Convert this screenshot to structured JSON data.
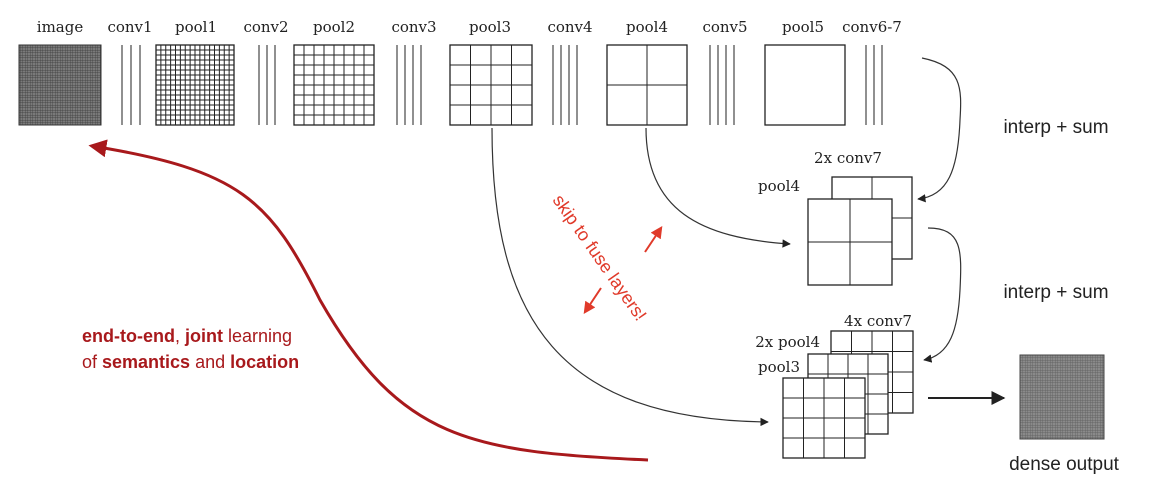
{
  "layers": {
    "image": "image",
    "conv1": "conv1",
    "pool1": "pool1",
    "conv2": "conv2",
    "pool2": "pool2",
    "conv3": "conv3",
    "pool3": "pool3",
    "conv4": "conv4",
    "pool4": "pool4",
    "conv5": "conv5",
    "pool5": "pool5",
    "conv67": "conv6-7"
  },
  "stage2": {
    "top_label": "2x conv7",
    "front_label": "pool4"
  },
  "stage3": {
    "top_label": "4x conv7",
    "mid_label": "2x pool4",
    "front_label": "pool3"
  },
  "annotations": {
    "interp_sum_1": "interp + sum",
    "interp_sum_2": "interp + sum",
    "skip": "skip to fuse layers!",
    "dense_output": "dense output",
    "learning": {
      "line1_bold1": "end-to-end",
      "line1_mid": ", ",
      "line1_bold2": "joint",
      "line1_end": " learning",
      "line2_start": "of ",
      "line2_bold1": "semantics",
      "line2_mid": " and ",
      "line2_bold2": "location"
    }
  },
  "colors": {
    "ink": "#222222",
    "accent_red": "#a8191c",
    "skip_red": "#e03a2a",
    "dense_gray": "#666666"
  }
}
